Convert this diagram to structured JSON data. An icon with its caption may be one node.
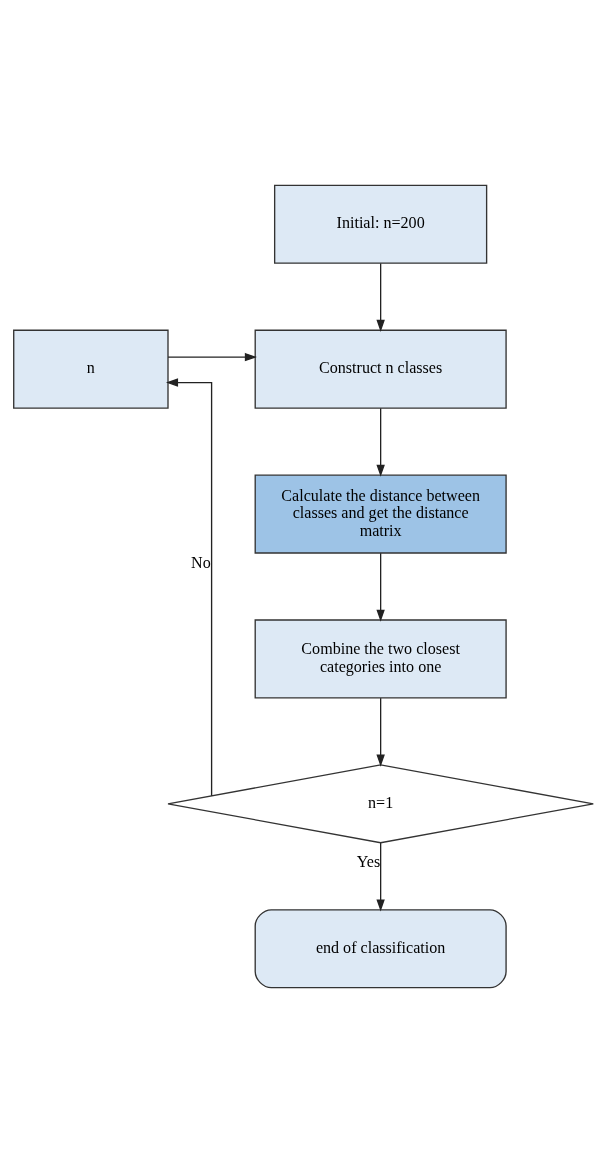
{
  "diagram": {
    "nodes": [
      {
        "text": [
          "Initial: n=200"
        ]
      },
      {
        "text": [
          "Construct n classes"
        ]
      },
      {
        "text": [
          "n"
        ]
      },
      {
        "text": [
          "Calculate the distance between classes and get the distance matrix"
        ]
      },
      {
        "text": [
          "Combine the two closest categories into one"
        ]
      },
      {
        "text": [
          "n=1"
        ]
      },
      {
        "text": [
          "end of classification"
        ]
      }
    ],
    "edges": [
      {
        "from": 0,
        "to": 1,
        "arrow": "to"
      },
      {
        "from": 2,
        "to": 1,
        "arrow": "to"
      },
      {
        "from": 1,
        "to": 3,
        "arrow": "to"
      },
      {
        "from": 3,
        "to": 4,
        "arrow": "to"
      },
      {
        "from": 4,
        "to": 5,
        "arrow": "to"
      },
      {
        "from": 5,
        "to": 2,
        "label": "No",
        "arrow": "to"
      },
      {
        "from": 5,
        "to": 6,
        "label": "Yes",
        "arrow": "to"
      }
    ]
  }
}
